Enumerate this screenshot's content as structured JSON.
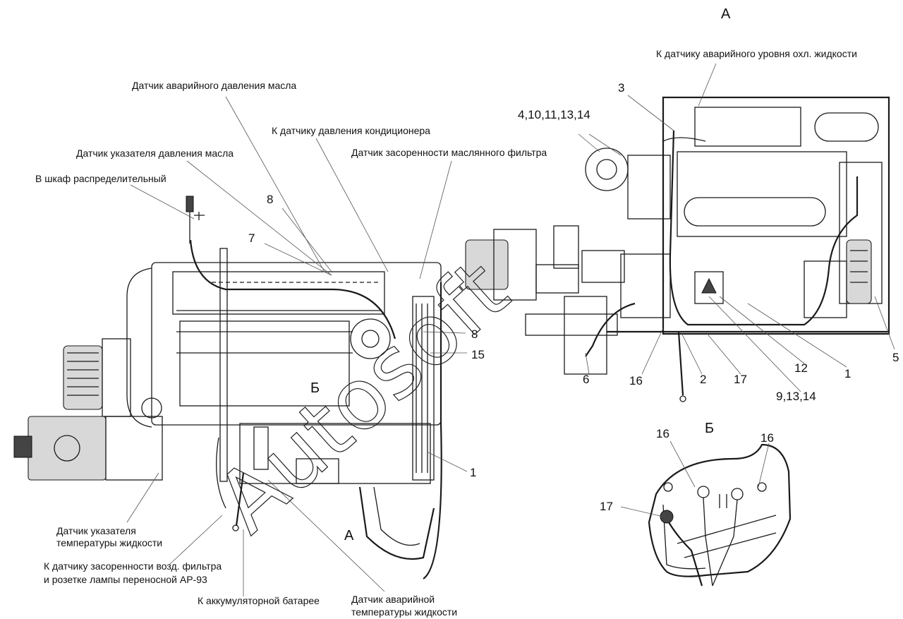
{
  "view_labels": {
    "view_a_top": "А",
    "view_b": "Б",
    "section_b_left": "Б",
    "section_a_left": "А"
  },
  "left_view": {
    "callouts": {
      "oil_pressure_alarm": "Датчик аварийного давления масла",
      "ac_pressure": "К датчику давления кондиционера",
      "oil_pressure_gauge": "Датчик указателя давления масла",
      "oil_filter_clog": "Датчик засоренности маслянного фильтра",
      "dist_cabinet": "В шкаф распределительный",
      "coolant_temp_gauge_1": "Датчик указателя",
      "coolant_temp_gauge_2": "температуры жидкости",
      "air_filter_1": "К датчику засоренности возд. фильтра",
      "air_filter_2": "и розетке лампы переносной АР-93",
      "battery": "К аккумуляторной батарее",
      "coolant_temp_alarm_1": "Датчик аварийной",
      "coolant_temp_alarm_2": "температуры жидкости"
    },
    "numbers": {
      "n8_top": "8",
      "n7": "7",
      "n8_right": "8",
      "n15": "15",
      "n1": "1"
    }
  },
  "right_view": {
    "callouts": {
      "coolant_level": "К датчику аварийного уровня охл. жидкости"
    },
    "numbers": {
      "n3": "3",
      "n4": "4,10,11,13,14",
      "n5": "5",
      "n1": "1",
      "n12": "12",
      "n9": "9,13,14",
      "n17": "17",
      "n2": "2",
      "n16": "16",
      "n6": "6"
    }
  },
  "detail_b": {
    "numbers": {
      "n16_left": "16",
      "n16_right": "16",
      "n17": "17"
    }
  },
  "watermark": {
    "text": "Autosoft"
  }
}
